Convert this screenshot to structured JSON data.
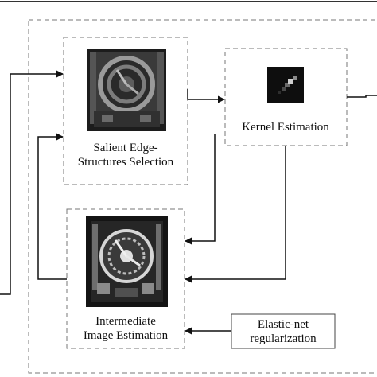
{
  "nodes": {
    "salient": {
      "label_line1": "Salient Edge-",
      "label_line2": "Structures Selection"
    },
    "kernel": {
      "label": "Kernel Estimation"
    },
    "intermediate": {
      "label_line1": "Intermediate",
      "label_line2": "Image Estimation"
    },
    "elastic": {
      "label_line1": "Elastic-net",
      "label_line2": "regularization"
    }
  },
  "colors": {
    "line": "#111111",
    "dashed_border": "#777777",
    "thumb_dark": "#161616"
  }
}
